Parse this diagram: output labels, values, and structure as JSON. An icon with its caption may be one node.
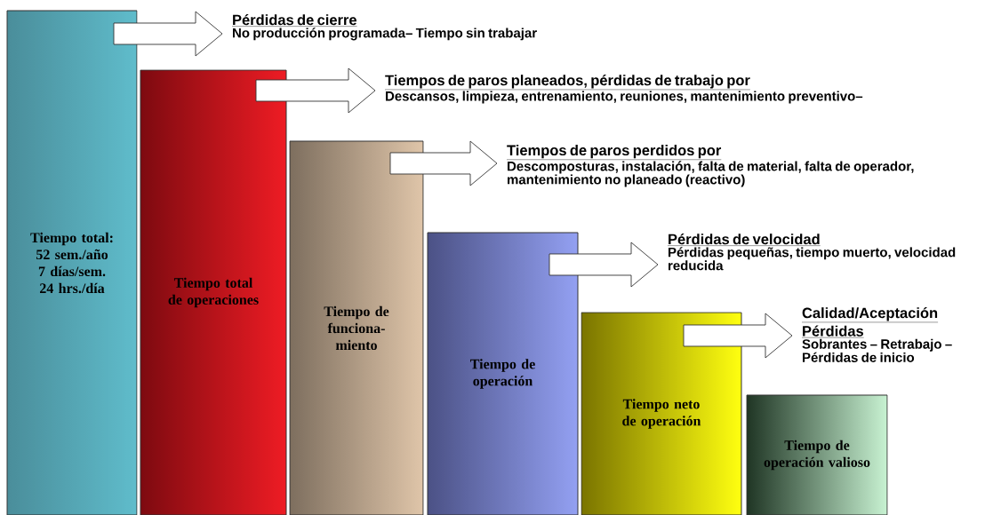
{
  "diagram": {
    "nodes": [
      {
        "text": [
          "Tiempo total: 52 sem./año 7 días/sem. 24 hrs./día"
        ]
      },
      {
        "text": [
          "Tiempo total de operaciones"
        ]
      },
      {
        "text": [
          "Tiempo de funciona- miento"
        ]
      },
      {
        "text": [
          "Tiempo de operación"
        ]
      },
      {
        "text": [
          "Tiempo neto de operación"
        ]
      },
      {
        "text": [
          "Tiempo de operación valioso"
        ]
      },
      {
        "text": [
          "Pérdidas de cierre",
          "No producción programada– Tiempo sin trabajar"
        ]
      },
      {
        "text": [
          "Tiempos de paros planeados, pérdidas de trabajo por",
          "Descansos, limpieza, entrenamiento, reuniones, mantenimiento preventivo–"
        ]
      },
      {
        "text": [
          "Tiempos de paros perdidos por",
          "Descomposturas, instalación, falta de material, falta de operador, mantenimiento no planeado (reactivo)"
        ]
      },
      {
        "text": [
          "Pérdidas de velocidad",
          "Pérdidas pequeñas, tiempo muerto, velocidad reducida"
        ]
      },
      {
        "text": [
          "Calidad/Aceptación Pérdidas",
          "Sobrantes – Retrabajo – Pérdidas de inicio"
        ]
      }
    ],
    "edges": [
      {
        "from": 0,
        "to": 6,
        "arrow": "to"
      },
      {
        "from": 1,
        "to": 7,
        "arrow": "to"
      },
      {
        "from": 2,
        "to": 8,
        "arrow": "to"
      },
      {
        "from": 3,
        "to": 9,
        "arrow": "to"
      },
      {
        "from": 4,
        "to": 10,
        "arrow": "to"
      }
    ]
  }
}
